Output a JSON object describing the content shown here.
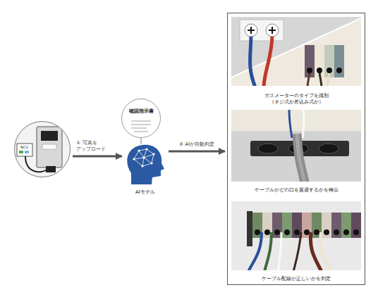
{
  "diagram": {
    "nodes": [
      {
        "text": [
          "NCU"
        ]
      },
      {
        "text": [
          "確認指示書"
        ]
      },
      {
        "text": [
          "AIモデル"
        ]
      },
      {
        "text": []
      },
      {
        "text": [
          "ガスメーターのタイプを識別 （ネジ式か差込み式か）"
        ],
        "in": 3
      },
      {
        "text": [
          "ケーブルがどの口を貫通するかを検出"
        ],
        "in": 3
      },
      {
        "text": [
          "ケーブル配線が正しいかを判定"
        ],
        "in": 3
      }
    ],
    "edges": [
      {
        "from": 0,
        "to": 2,
        "arrow": "to",
        "label": "① 写真を アップロード"
      },
      {
        "from": 1,
        "to": 2,
        "arrow": "none"
      },
      {
        "from": 2,
        "to": 3,
        "arrow": "to",
        "label": "② AIが自動判定"
      }
    ]
  }
}
